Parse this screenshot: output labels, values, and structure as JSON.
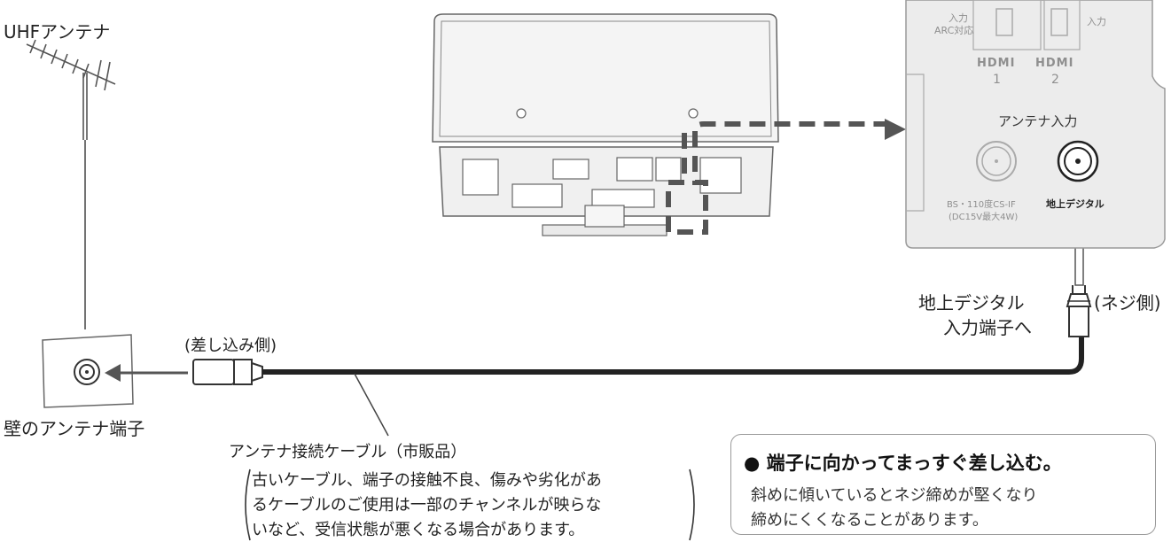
{
  "labels": {
    "uhf_antenna": "UHFアンテナ",
    "wall_terminal": "壁のアンテナ端子",
    "plug_side": "(差し込み側)",
    "screw_side": "(ネジ側)",
    "digital_input_line1": "地上デジタル",
    "digital_input_line2": "入力端子へ",
    "cable_name": "アンテナ接続ケーブル（市販品）"
  },
  "caution_lines": [
    "古いケーブル、端子の接触不良、傷みや劣化があ",
    "るケーブルのご使用は一部のチャンネルが映らな",
    "いなど、受信状態が悪くなる場合があります。"
  ],
  "panel": {
    "input_label": "入力",
    "arc_label": "ARC対応",
    "input2_label": "入力",
    "hdmi1": "HDMI",
    "hdmi1_num": "1",
    "hdmi2": "HDMI",
    "hdmi2_num": "2",
    "antenna_input": "アンテナ入力",
    "bs_label_line1": "BS・110度CS-IF",
    "bs_label_line2": "(DC15V最大4W)",
    "terrestrial_label": "地上デジタル"
  },
  "note": {
    "bullet": "●",
    "title": "端子に向かってまっすぐ差し込む。",
    "line1": "斜めに傾いているとネジ締めが堅くなり",
    "line2": "締めにくくなることがあります。"
  }
}
